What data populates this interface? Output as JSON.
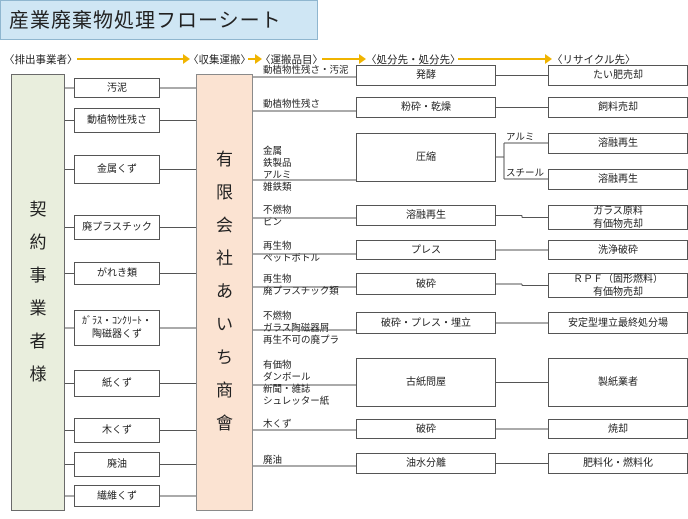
{
  "title": "産業廃棄物処理フローシート",
  "headers": {
    "emitter": "〈排出事業者〉",
    "collection": "〈収集運搬〉",
    "category": "〈運搬品目〉",
    "disposal": "〈処分先・処分先〉",
    "recycle": "〈リサイクル先〉"
  },
  "contractor": [
    "契",
    "約",
    "事",
    "業",
    "者",
    "様"
  ],
  "company": [
    "有",
    "限",
    "会",
    "社",
    "あ",
    "い",
    "ち",
    "商",
    "會"
  ],
  "waste_items": [
    "汚泥",
    "動植物性残さ",
    "金属くず",
    "廃プラスチック",
    "がれき類",
    [
      "ｶﾞﾗｽ・ｺﾝｸﾘｰﾄ・",
      "陶磁器くず"
    ],
    "紙くず",
    "木くず",
    "廃油",
    "繊維くず"
  ],
  "categories": [
    [
      "動植物性残さ・汚泥"
    ],
    [
      "動植物性残さ"
    ],
    [
      "金属",
      "鉄製品",
      "アルミ",
      "雑鉄類"
    ],
    [
      "不燃物",
      "ビン"
    ],
    [
      "再生物",
      "ペットボトル"
    ],
    [
      "再生物",
      "廃プラスチック類"
    ],
    [
      "不燃物",
      "ガラス陶磁器屑",
      "再生不可の廃プラ"
    ],
    [
      "有価物",
      "ダンボール",
      "新聞・雑誌",
      "シュレッター紙"
    ],
    [
      "木くず"
    ],
    [
      "廃油"
    ]
  ],
  "processes": [
    "発酵",
    "粉砕・乾燥",
    "圧縮",
    "溶融再生",
    "プレス",
    "破砕",
    "破砕・プレス・埋立",
    "古紙問屋",
    "破砕",
    "油水分離"
  ],
  "split_labels": {
    "aluminum": "アルミ",
    "steel": "スチール"
  },
  "recycling": [
    [
      "たい肥売却"
    ],
    [
      "飼料売却"
    ],
    [
      "溶融再生"
    ],
    [
      "溶融再生"
    ],
    [
      "ガラス原料",
      "有価物売却"
    ],
    [
      "洗浄破砕"
    ],
    [
      "ＲＰＦ（固形燃料）",
      "有価物売却"
    ],
    [
      "安定型埋立最終処分場"
    ],
    [
      "製紙業者"
    ],
    [
      "焼却"
    ],
    [
      "肥料化・燃料化"
    ]
  ]
}
